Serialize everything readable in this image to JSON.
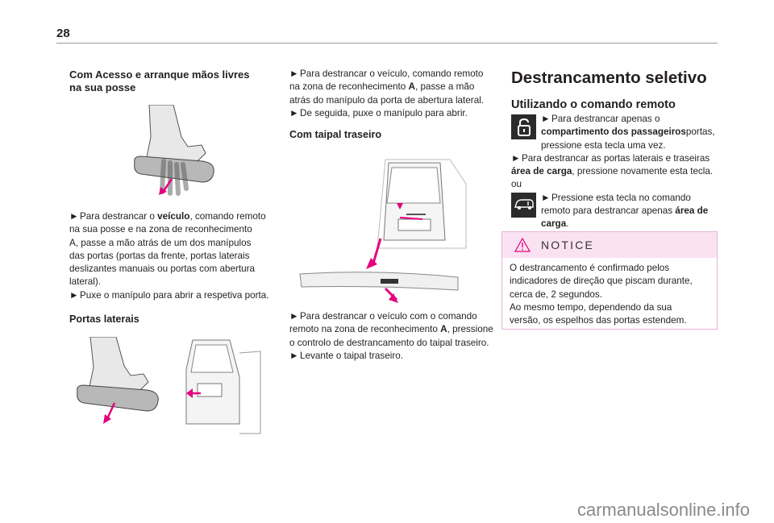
{
  "page": {
    "number": "28",
    "watermark": "carmanualsonline.info"
  },
  "col1": {
    "title_line1": "Com Acesso e arranque mãos livres",
    "title_line2": "na sua posse",
    "p1_l1_pre": "Para destrancar o ",
    "p1_l1_bold": "veículo",
    "p1_l1_post": ", comando remoto",
    "p1_l2": "na sua posse e na zona de reconhecimento",
    "p1_l3": "A, passe a mão atrás de um dos manípulos",
    "p1_l4": "das portas (portas da frente, portas laterais",
    "p1_l5": "deslizantes manuais ou portas com abertura",
    "p1_l6": "lateral).",
    "p2": "Puxe o manípulo para abrir a respetiva porta.",
    "sub2": "Portas laterais"
  },
  "col2": {
    "p1_l1": "Para destrancar o veículo, comando remoto",
    "p1_l2_pre": "na zona de reconhecimento ",
    "p1_l2_bold": "A",
    "p1_l2_post": ", passe a mão",
    "p1_l3": "atrás do manípulo da porta de abertura lateral.",
    "p2": "De seguida, puxe o manípulo para abrir.",
    "sub": "Com taipal traseiro",
    "p3_l1": "Para destrancar o veículo com o comando",
    "p3_l2_pre": "remoto na zona de reconhecimento ",
    "p3_l2_bold": "A",
    "p3_l2_post": ", pressione",
    "p3_l3": "o controlo de destrancamento do taipal traseiro.",
    "p4": "Levante o taipal traseiro."
  },
  "col3": {
    "title": "Destrancamento seletivo",
    "subtitle": "Utilizando o comando remoto",
    "b1_l1": "Para destrancar apenas o",
    "b1_l2_bold": "compartimento dos passageiros",
    "b1_l2_post": "portas,",
    "b1_l3": "pressione esta tecla uma vez.",
    "b2_l1": "Para destrancar as portas laterais e traseiras",
    "b2_l2_bold": "área de carga",
    "b2_l2_post": ", pressione novamente esta tecla.",
    "ou": "ou",
    "b3_l1": "Pressione esta tecla no comando",
    "b3_l2_pre": "remoto para destrancar apenas ",
    "b3_l2_bold": "área de",
    "b3_l3_bold": "carga",
    "b3_l3_post": "."
  },
  "notice": {
    "title": "NOTICE",
    "l1": "O destrancamento é confirmado pelos",
    "l2": "indicadores de direção que piscam durante,",
    "l3": "cerca de, 2 segundos.",
    "l4": "Ao mesmo tempo, dependendo da sua",
    "l5": "versão, os espelhos das portas estendem."
  },
  "bullet": "►",
  "colors": {
    "accent": "#e5007e",
    "notice_bg": "#fbe2f2",
    "notice_border": "#e7b2d6"
  },
  "icons": [
    "hand-on-handle-illustration",
    "tailgate-illustration",
    "unlock-padlock-icon",
    "van-cargo-icon",
    "warning-triangle-icon"
  ]
}
